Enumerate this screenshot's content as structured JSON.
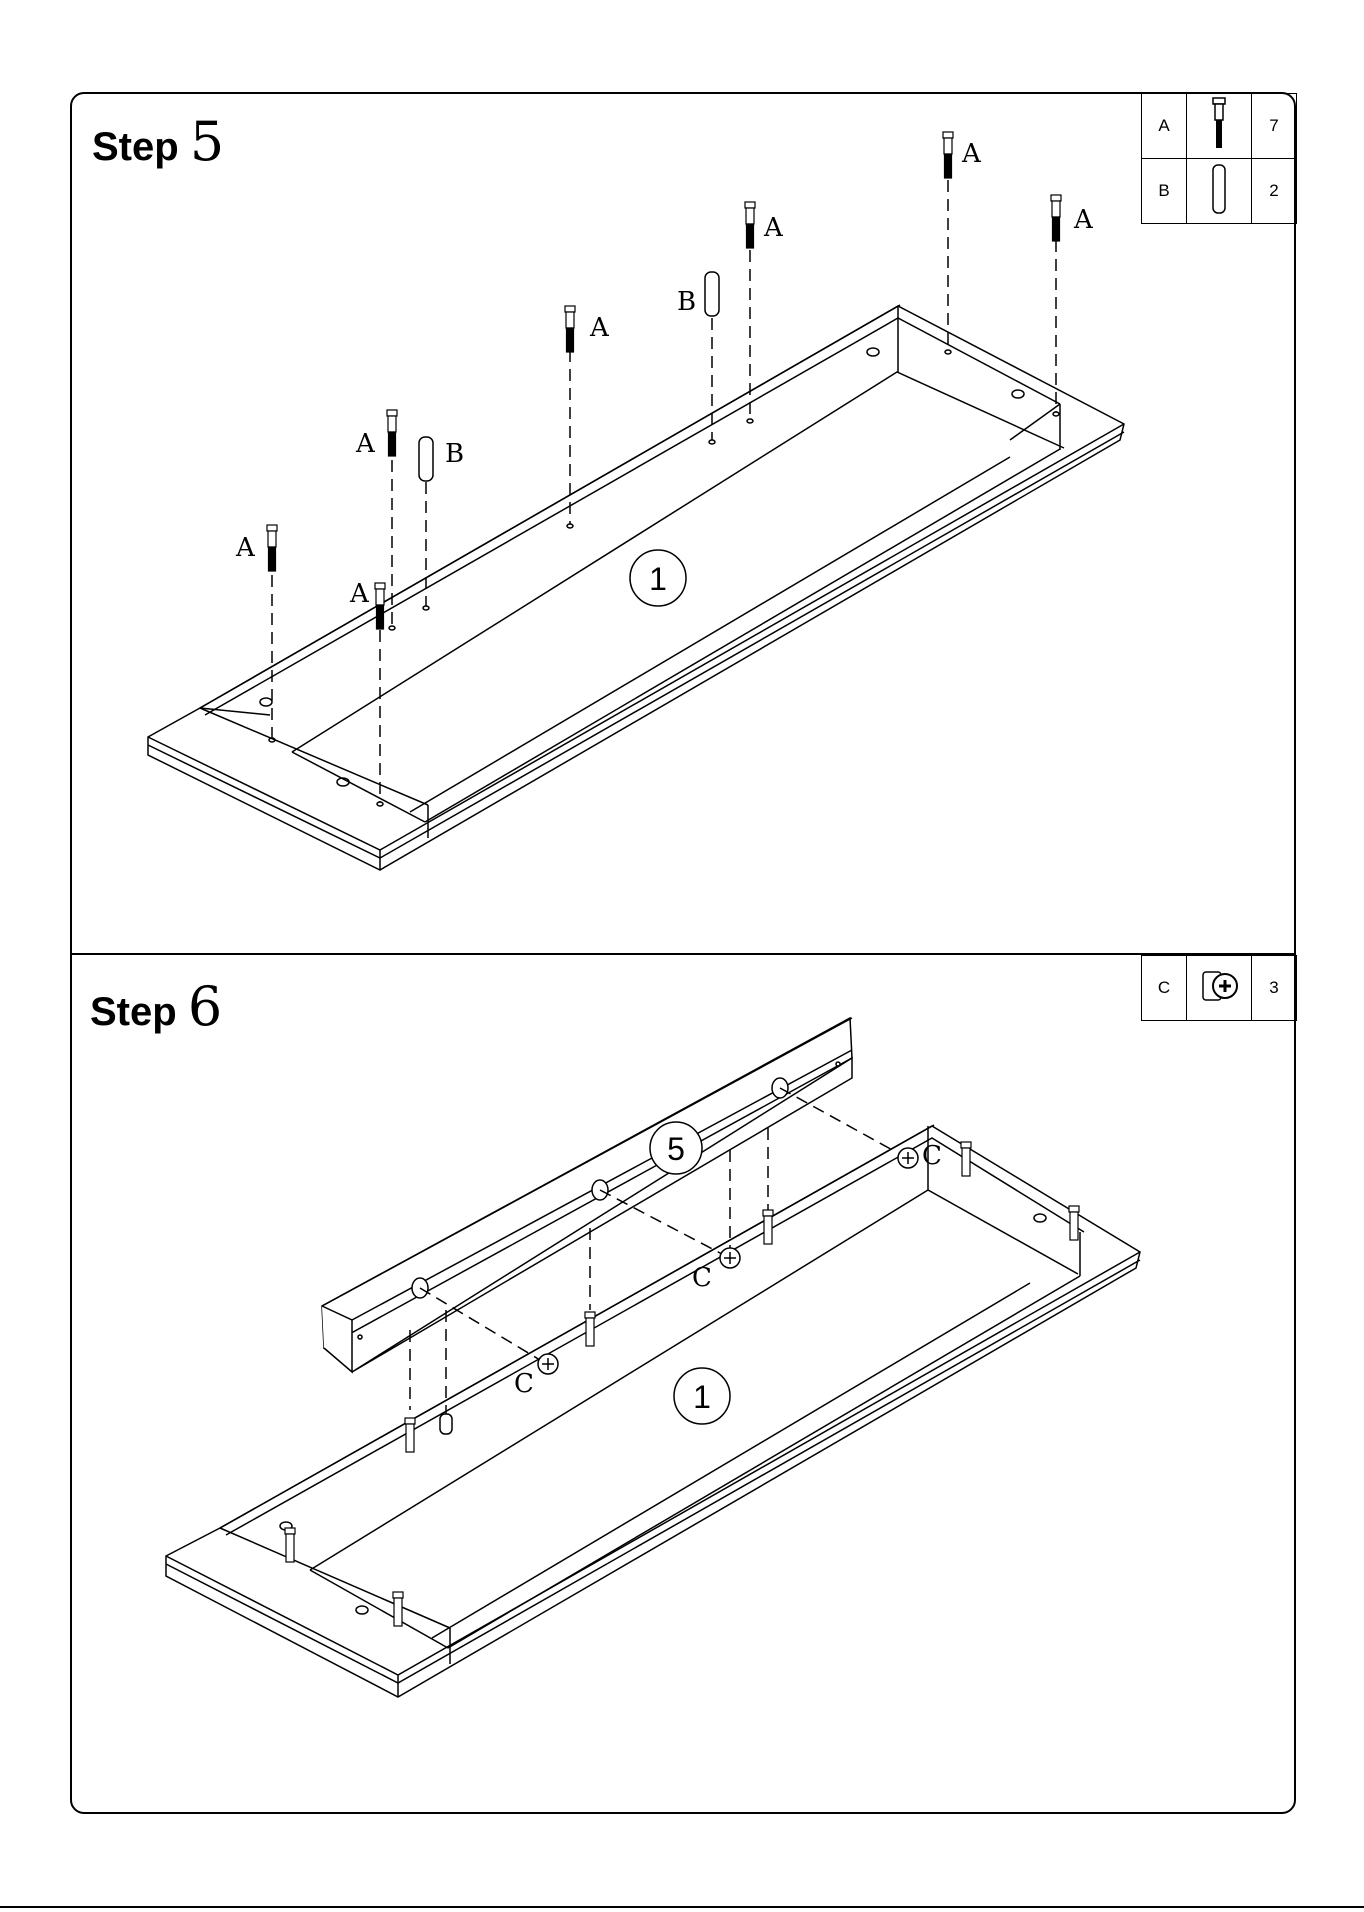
{
  "step5": {
    "title_word": "Step",
    "title_num": "5",
    "parts": [
      {
        "letter": "A",
        "icon": "cam-bolt-icon",
        "qty": "7"
      },
      {
        "letter": "B",
        "icon": "wood-dowel-icon",
        "qty": "2"
      }
    ],
    "panel_label": "1",
    "part_labels": [
      "A",
      "A",
      "A",
      "A",
      "A",
      "A",
      "A",
      "B",
      "B"
    ]
  },
  "step6": {
    "title_word": "Step",
    "title_num": "6",
    "parts": [
      {
        "letter": "C",
        "icon": "cam-lock-icon",
        "qty": "3"
      }
    ],
    "panel_label_base": "1",
    "panel_label_rail": "5",
    "part_labels": [
      "C",
      "C",
      "C"
    ]
  }
}
